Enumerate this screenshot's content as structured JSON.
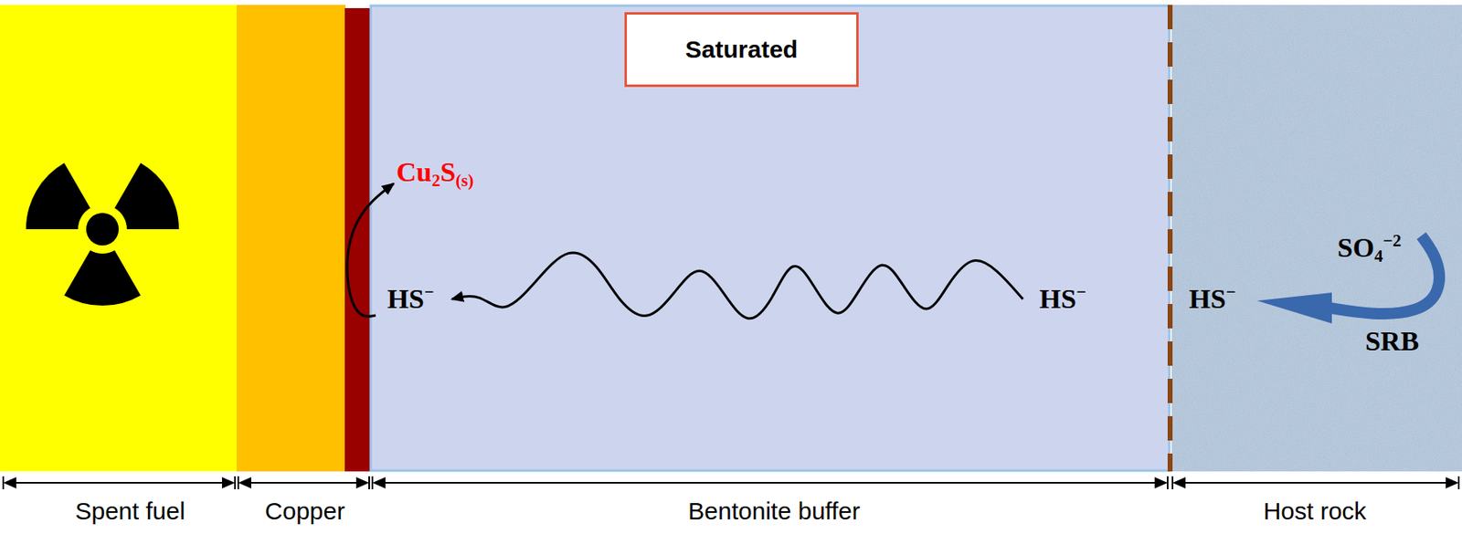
{
  "diagram": {
    "nodes": [
      {
        "text": [
          "Saturated"
        ]
      }
    ],
    "labels": [
      "Spent fuel",
      "Copper",
      "Bentonite buffer",
      "Host rock",
      "Cu2S(s)",
      "HS−",
      "HS−",
      "HS−",
      "SO4−2",
      "SRB"
    ]
  }
}
